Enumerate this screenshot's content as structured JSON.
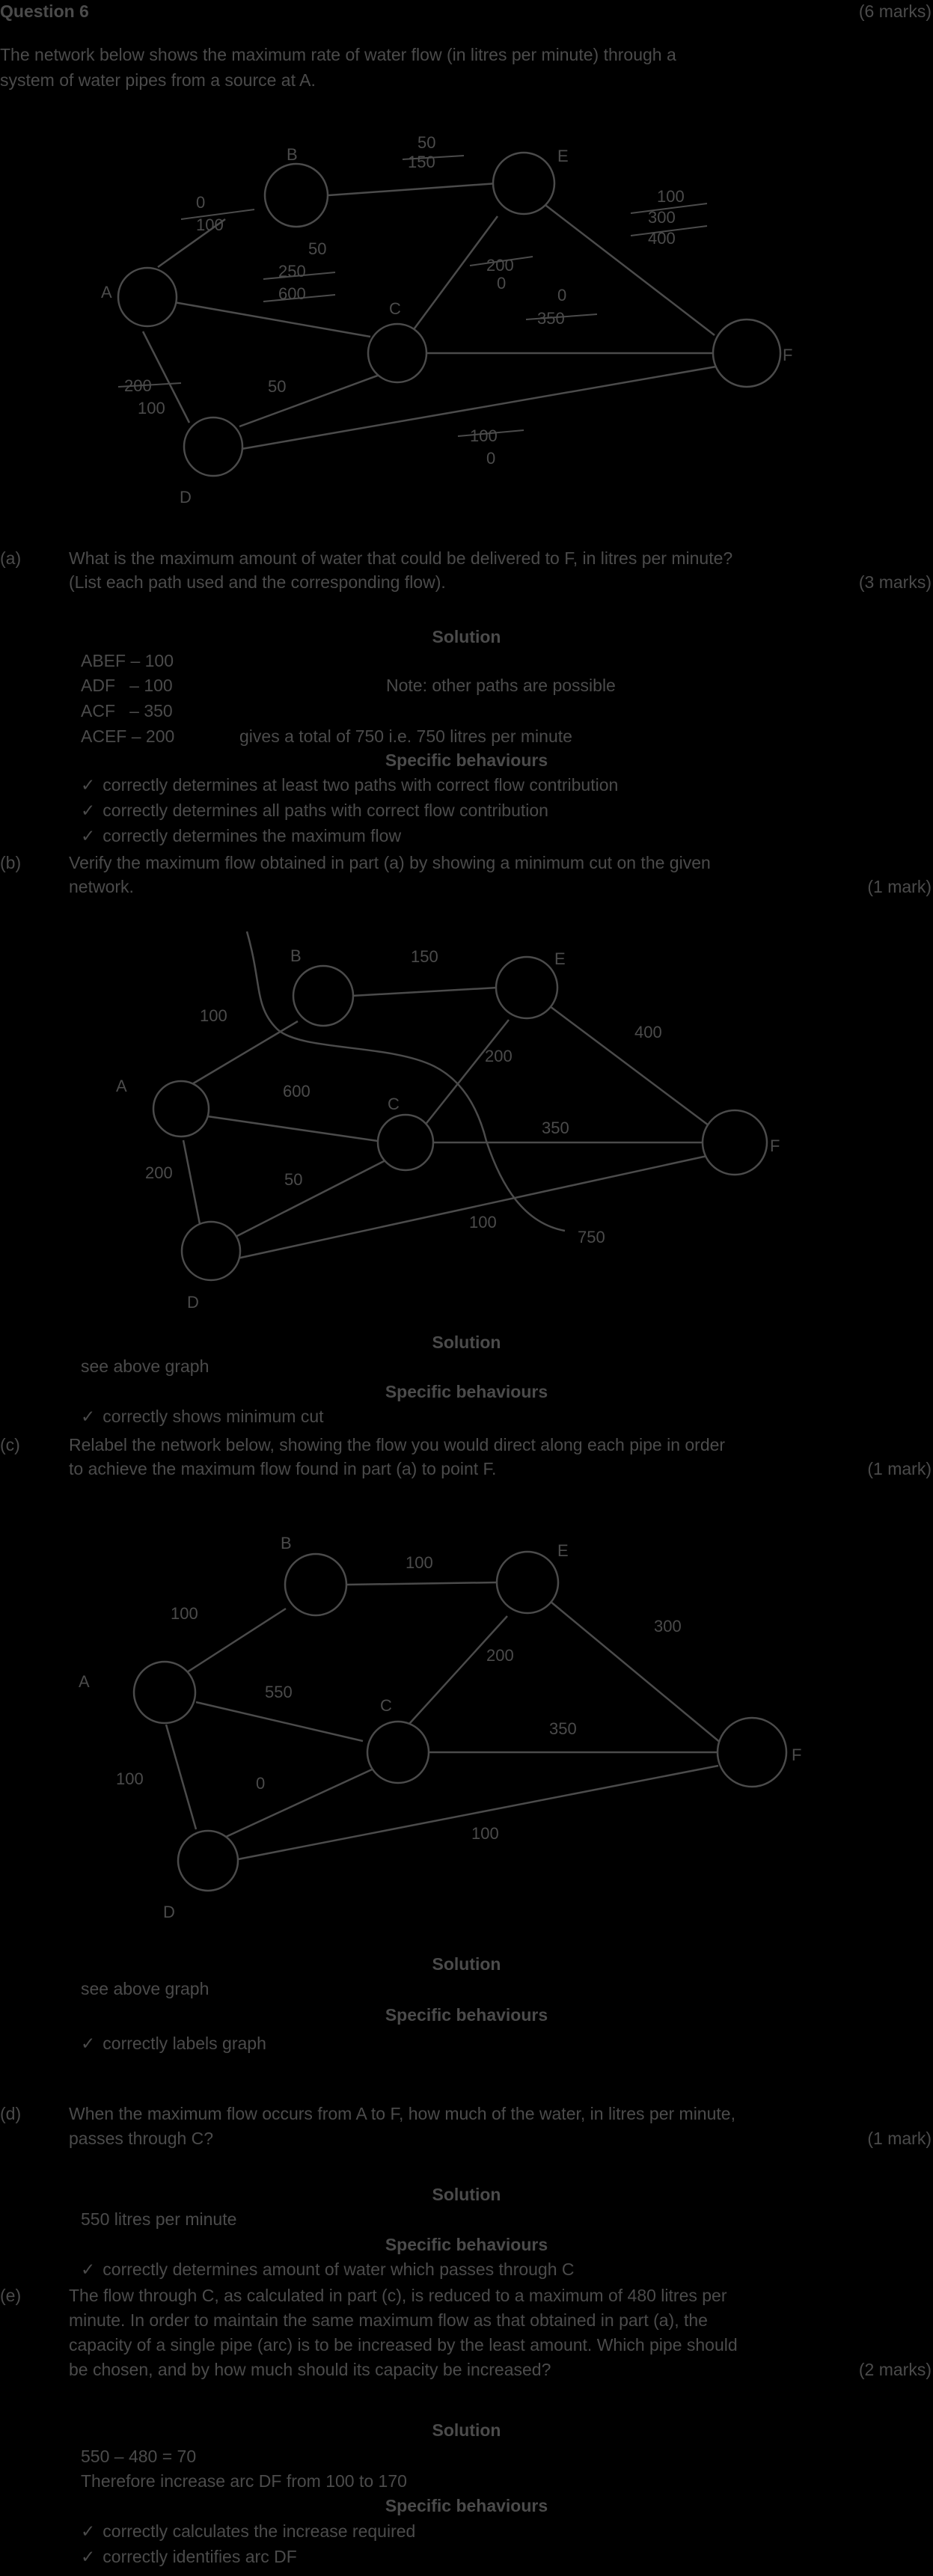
{
  "header": {
    "question": "Question 6",
    "marks": "(6 marks)"
  },
  "intro": [
    "The network below shows the maximum rate of water flow (in litres per minute) through a",
    "system of water pipes from a source at A."
  ],
  "colors": {
    "background": "#000000",
    "ink": "#4b4b4b"
  },
  "network1": {
    "nodes": [
      "A",
      "B",
      "C",
      "D",
      "E",
      "F"
    ],
    "edges": [
      {
        "id": "ab",
        "labels": [
          "0",
          "100"
        ]
      },
      {
        "id": "be",
        "labels": [
          "50",
          "150"
        ]
      },
      {
        "id": "ef",
        "labels": [
          "100",
          "300",
          "400"
        ]
      },
      {
        "id": "ac",
        "labels": [
          "50",
          "250",
          "600"
        ]
      },
      {
        "id": "ce",
        "labels": [
          "200",
          "0"
        ]
      },
      {
        "id": "cf",
        "labels": [
          "0",
          "350"
        ]
      },
      {
        "id": "ad",
        "labels": [
          "200",
          "100"
        ]
      },
      {
        "id": "dc",
        "labels": [
          "50"
        ]
      },
      {
        "id": "df",
        "labels": [
          "100",
          "0"
        ]
      }
    ]
  },
  "part_a": {
    "label": "(a)",
    "question": [
      "What is the maximum amount of water that could be delivered to F, in litres per minute?",
      "(List each path used and the corresponding flow)."
    ],
    "marks": "(3 marks)",
    "solution_heading": "Solution",
    "paths": [
      "ABEF – 100",
      "ADF   – 100",
      "ACF   – 350",
      "ACEF – 200"
    ],
    "note": "Note: other paths are possible",
    "total": "gives a total of 750 i.e. 750 litres per minute",
    "behaviours_heading": "Specific behaviours",
    "behaviours": [
      "correctly determines at least two paths with correct flow contribution",
      "correctly determines all paths with correct flow contribution",
      "correctly determines the maximum flow"
    ]
  },
  "part_b": {
    "label": "(b)",
    "question": [
      "Verify the maximum flow obtained in part (a) by showing a minimum cut on the given",
      "network."
    ],
    "marks": "(1 mark)",
    "network": {
      "nodes": [
        "A",
        "B",
        "C",
        "D",
        "E",
        "F"
      ],
      "edge_labels": [
        "100",
        "150",
        "400",
        "600",
        "200",
        "350",
        "200",
        "50",
        "100"
      ],
      "cut_value": "750"
    },
    "solution_heading": "Solution",
    "answer": "see above graph",
    "behaviours_heading": "Specific behaviours",
    "behaviours": [
      "correctly shows minimum cut"
    ]
  },
  "part_c": {
    "label": "(c)",
    "question": [
      "Relabel the network below, showing the flow you would direct along each pipe in order",
      "to achieve the maximum flow found in part (a) to point F."
    ],
    "marks": "(1 mark)",
    "network": {
      "nodes": [
        "A",
        "B",
        "C",
        "D",
        "E",
        "F"
      ],
      "edge_labels": [
        "100",
        "100",
        "300",
        "550",
        "200",
        "350",
        "100",
        "0",
        "100"
      ]
    },
    "solution_heading": "Solution",
    "answer": "see above graph",
    "behaviours_heading": "Specific behaviours",
    "behaviours": [
      "correctly labels graph"
    ]
  },
  "part_d": {
    "label": "(d)",
    "question": [
      "When the maximum flow occurs from A to F, how much of the water, in litres per minute,",
      "passes through C?"
    ],
    "marks": "(1 mark)",
    "solution_heading": "Solution",
    "answer": "550 litres per minute",
    "behaviours_heading": "Specific behaviours",
    "behaviours": [
      "correctly determines amount of water which passes through C"
    ]
  },
  "part_e": {
    "label": "(e)",
    "question": [
      "The flow through C, as calculated in part (c), is reduced to a maximum of 480 litres per",
      "minute. In order to maintain the same maximum flow as that obtained in part (a), the",
      "capacity of a single pipe (arc) is to be increased by the least amount. Which pipe should",
      "be chosen, and by how much should its capacity be increased?"
    ],
    "marks": "(2 marks)",
    "solution_heading": "Solution",
    "working": [
      "550 – 480 = 70",
      "Therefore increase arc DF from 100 to 170"
    ],
    "behaviours_heading": "Specific behaviours",
    "behaviours": [
      "correctly calculates the increase required",
      "correctly identifies arc DF"
    ]
  }
}
